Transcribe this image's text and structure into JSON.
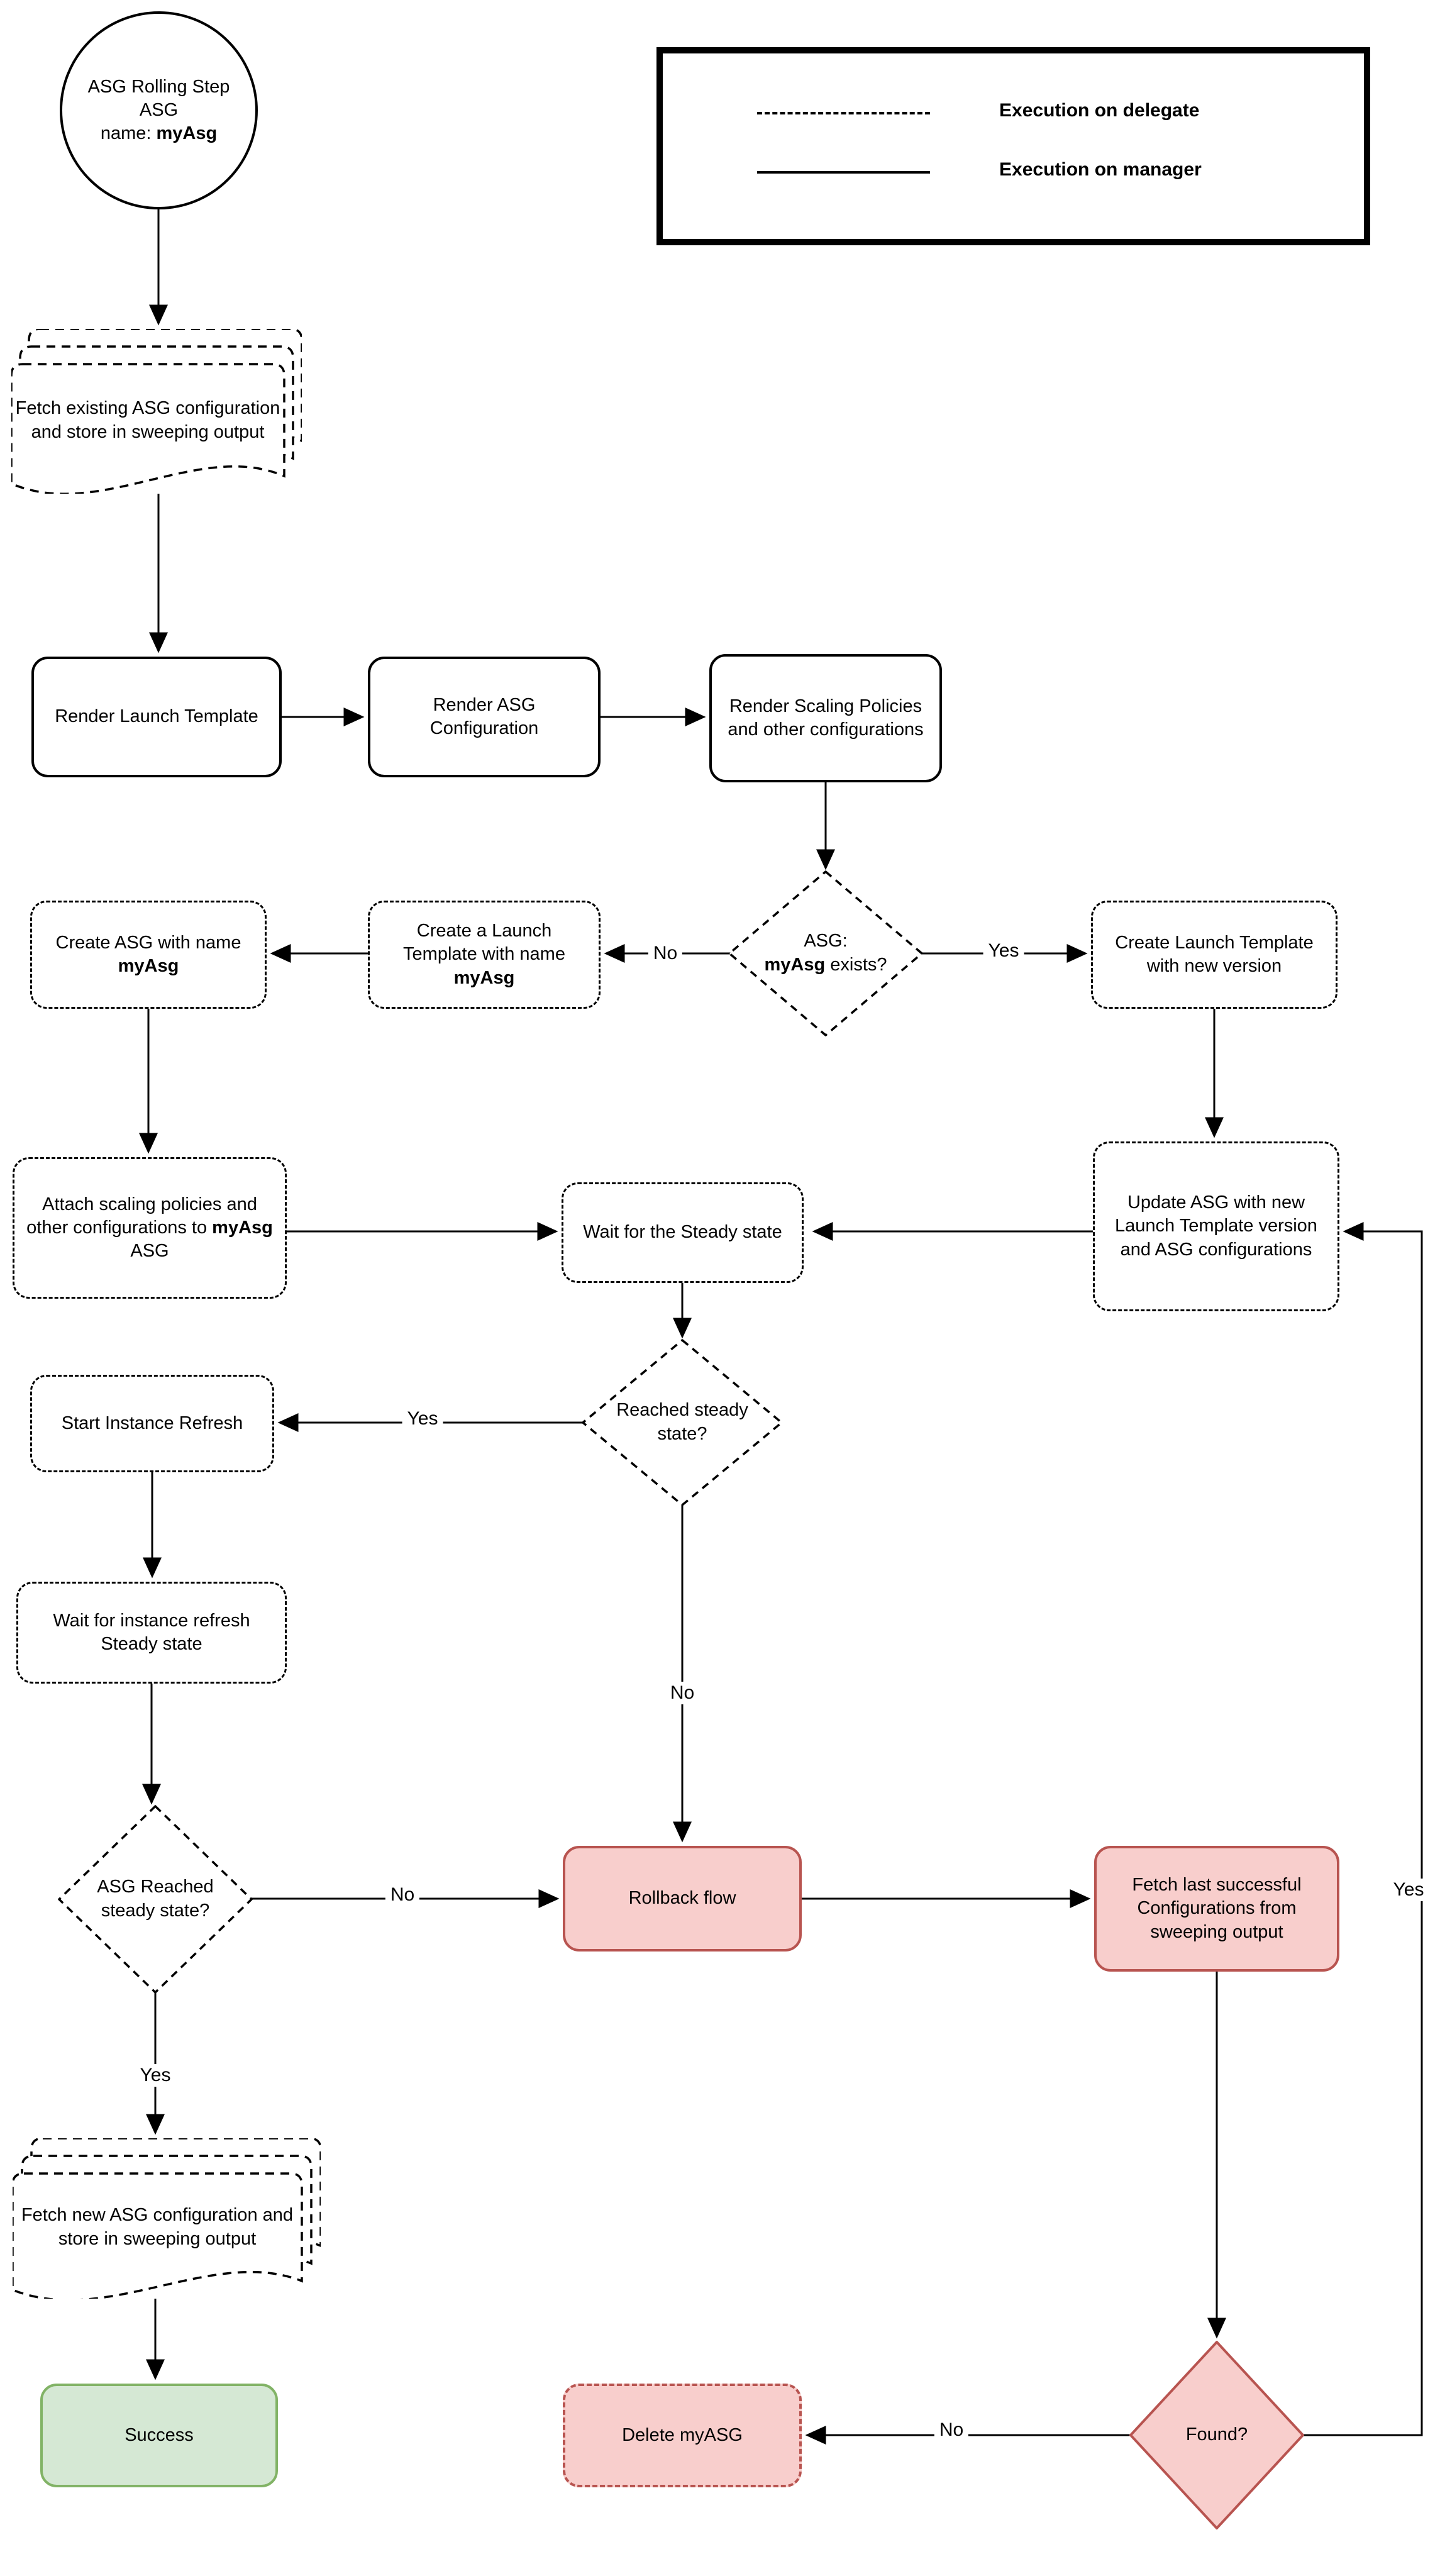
{
  "legend": {
    "delegate_label": "Execution on delegate",
    "manager_label": "Execution on manager"
  },
  "nodes": {
    "start": {
      "line1": "ASG Rolling Step",
      "line2": "ASG",
      "name_prefix": "name: ",
      "name_bold": "myAsg"
    },
    "fetch_existing": {
      "label": "Fetch existing ASG configuration and store in sweeping output"
    },
    "render_launch_template": {
      "label": "Render Launch Template"
    },
    "render_asg_configuration": {
      "label": "Render ASG Configuration"
    },
    "render_scaling_policies": {
      "label": "Render Scaling Policies and other configurations"
    },
    "asg_exists_decision": {
      "line1": "ASG:",
      "bold": "myAsg",
      "suffix": " exists?"
    },
    "create_launch_template_named": {
      "prefix": "Create a Launch Template with name ",
      "bold": "myAsg"
    },
    "create_asg": {
      "prefix": "Create ASG with name ",
      "bold": "myAsg"
    },
    "create_launch_template_new": {
      "label": "Create Launch Template with new version"
    },
    "attach_scaling_policies": {
      "prefix": "Attach scaling policies and other configurations to ",
      "bold": "myAsg",
      "suffix": " ASG"
    },
    "wait_steady": {
      "label": "Wait for the Steady state"
    },
    "update_asg": {
      "label": "Update ASG with new Launch Template version and ASG configurations"
    },
    "reached_steady_decision": {
      "label": "Reached steady state?"
    },
    "start_instance_refresh": {
      "label": "Start Instance Refresh"
    },
    "wait_instance_refresh": {
      "label": "Wait for instance refresh Steady state"
    },
    "asg_reached_steady_decision": {
      "label": "ASG Reached steady state?"
    },
    "rollback_flow": {
      "label": "Rollback flow"
    },
    "fetch_last_successful": {
      "label": "Fetch last successful Configurations from sweeping output"
    },
    "fetch_new_asg": {
      "label": "Fetch new ASG configuration and store in sweeping output"
    },
    "success": {
      "label": "Success"
    },
    "delete_myasg": {
      "label": "Delete myASG"
    },
    "found_decision": {
      "label": "Found?"
    }
  },
  "edge_labels": {
    "asg_exists_no": "No",
    "asg_exists_yes": "Yes",
    "reached_steady_yes": "Yes",
    "reached_steady_no": "No",
    "asg_reached_no": "No",
    "asg_reached_yes": "Yes",
    "found_no": "No",
    "found_yes": "Yes"
  },
  "colors": {
    "danger_fill": "#f8cecc",
    "danger_border": "#b85450",
    "success_fill": "#d5e8d4",
    "success_border": "#82b366",
    "line": "#000000"
  }
}
